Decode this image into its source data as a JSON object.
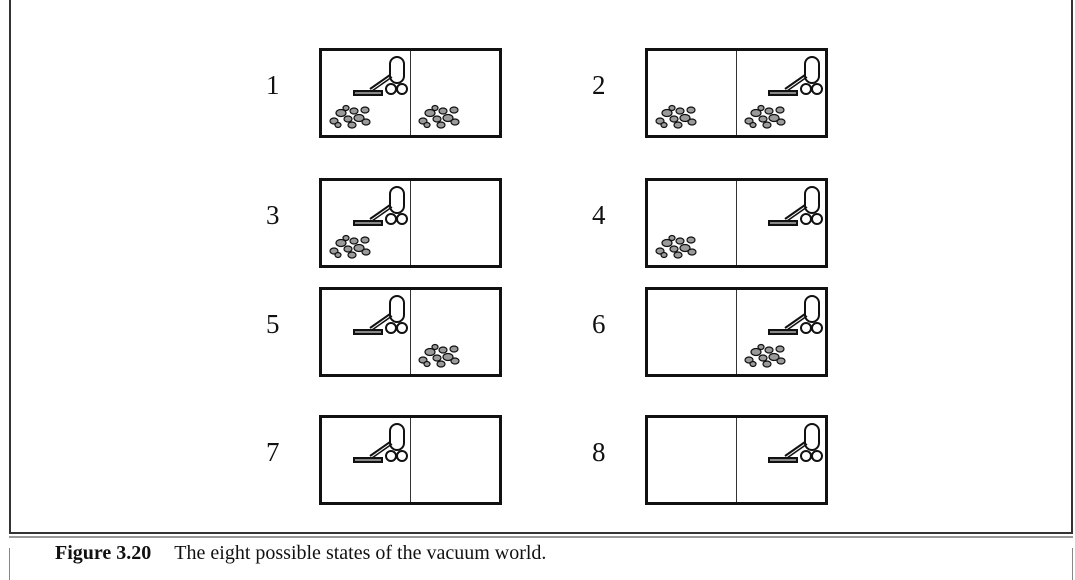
{
  "states": [
    {
      "label": "1",
      "left": {
        "vacuum": true,
        "dirt": true
      },
      "right": {
        "vacuum": false,
        "dirt": true
      }
    },
    {
      "label": "2",
      "left": {
        "vacuum": false,
        "dirt": true
      },
      "right": {
        "vacuum": true,
        "dirt": true
      }
    },
    {
      "label": "3",
      "left": {
        "vacuum": true,
        "dirt": true
      },
      "right": {
        "vacuum": false,
        "dirt": false
      }
    },
    {
      "label": "4",
      "left": {
        "vacuum": false,
        "dirt": true
      },
      "right": {
        "vacuum": true,
        "dirt": false
      }
    },
    {
      "label": "5",
      "left": {
        "vacuum": true,
        "dirt": false
      },
      "right": {
        "vacuum": false,
        "dirt": true
      }
    },
    {
      "label": "6",
      "left": {
        "vacuum": false,
        "dirt": false
      },
      "right": {
        "vacuum": true,
        "dirt": true
      }
    },
    {
      "label": "7",
      "left": {
        "vacuum": true,
        "dirt": false
      },
      "right": {
        "vacuum": false,
        "dirt": false
      }
    },
    {
      "label": "8",
      "left": {
        "vacuum": false,
        "dirt": false
      },
      "right": {
        "vacuum": true,
        "dirt": false
      }
    }
  ],
  "caption": {
    "label": "Figure 3.20",
    "text": "The eight possible states of the vacuum world."
  }
}
